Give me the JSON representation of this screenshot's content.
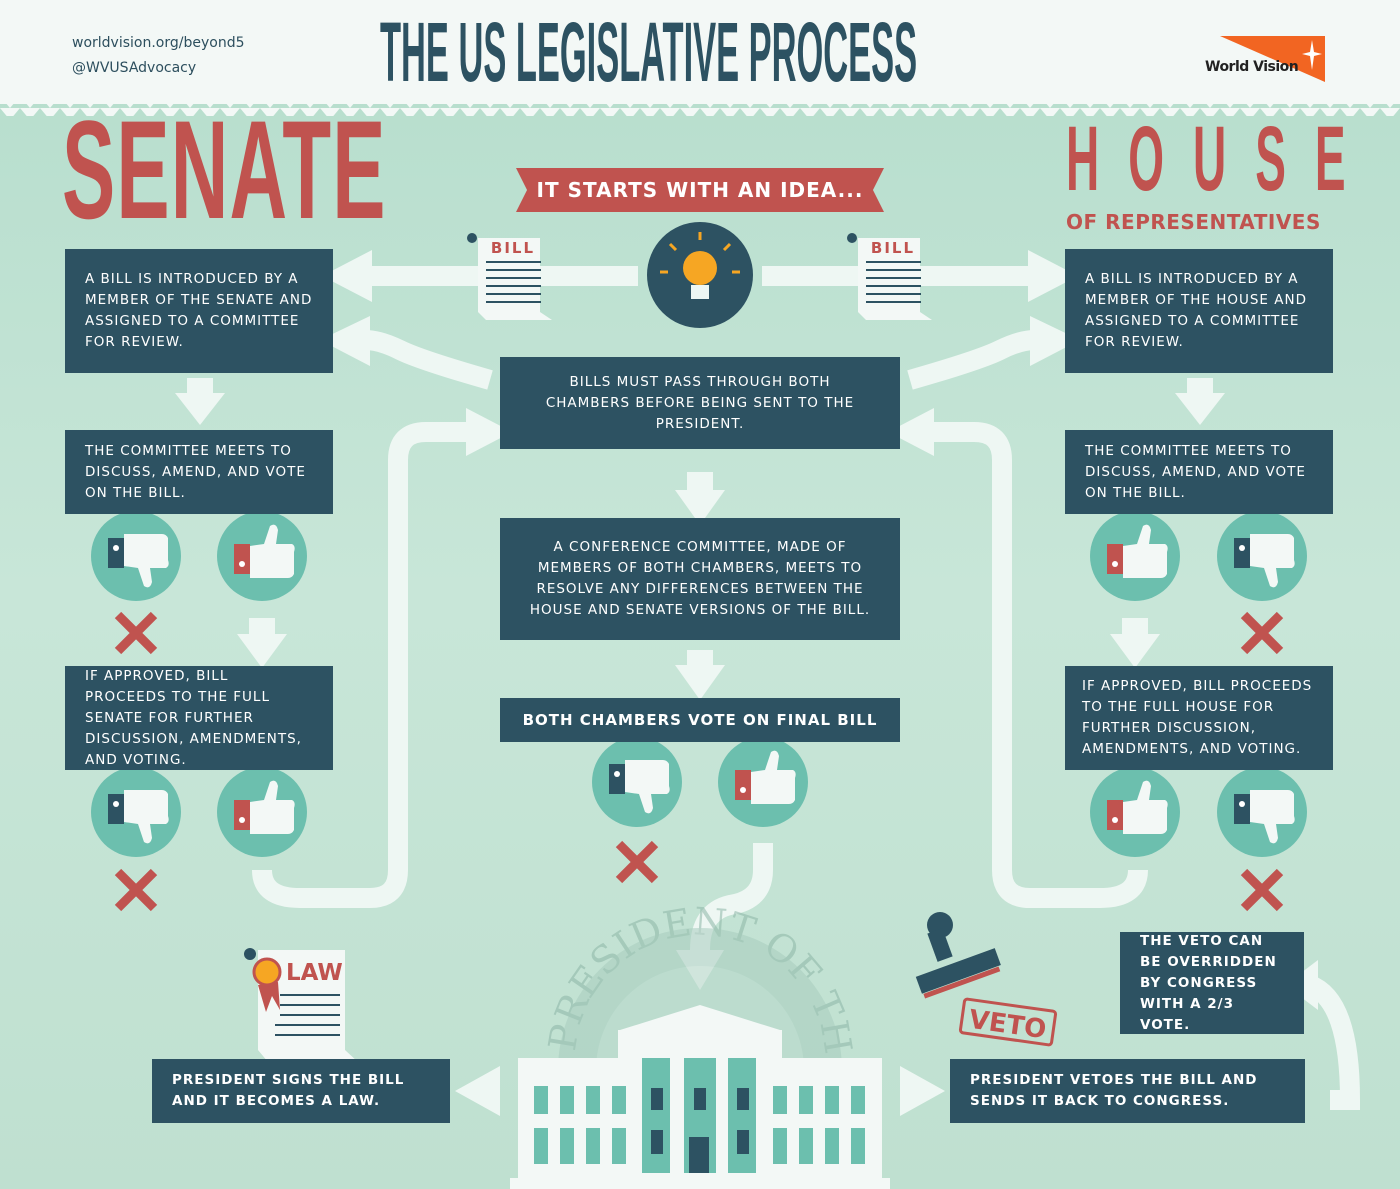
{
  "header": {
    "url": "worldvision.org/beyond5",
    "handle": "@WVUSAdvocacy",
    "title": "THE US LEGISLATIVE PROCESS",
    "logo": "World Vision"
  },
  "senate": {
    "title": "SENATE",
    "step1": "A BILL IS INTRODUCED BY A MEMBER OF THE SENATE AND ASSIGNED TO A COMMITTEE FOR REVIEW.",
    "step2": "THE COMMITTEE MEETS TO DISCUSS, AMEND, AND VOTE ON THE BILL.",
    "step3": "IF APPROVED, BILL PROCEEDS TO THE FULL SENATE FOR FURTHER DISCUSSION, AMENDMENTS, AND VOTING."
  },
  "house": {
    "title": "HOUSE",
    "subtitle": "OF REPRESENTATIVES",
    "step1": "A BILL IS INTRODUCED BY A MEMBER OF THE HOUSE AND ASSIGNED TO A COMMITTEE FOR REVIEW.",
    "step2": "THE COMMITTEE MEETS TO DISCUSS, AMEND, AND VOTE ON THE BILL.",
    "step3": "IF APPROVED, BILL PROCEEDS TO THE FULL HOUSE FOR FURTHER DISCUSSION, AMENDMENTS, AND VOTING."
  },
  "center": {
    "idea": "IT STARTS WITH AN IDEA...",
    "bill_label": "BILL",
    "both_chambers": "BILLS MUST PASS THROUGH BOTH CHAMBERS BEFORE BEING SENT TO THE PRESIDENT.",
    "conference": "A CONFERENCE COMMITTEE, MADE OF MEMBERS OF BOTH CHAMBERS, MEETS TO RESOLVE ANY DIFFERENCES BETWEEN THE HOUSE AND SENATE VERSIONS OF THE BILL.",
    "final_vote": "BOTH CHAMBERS VOTE ON FINAL BILL"
  },
  "president": {
    "seal_text": "PRESIDENT OF THE UNITED",
    "law_label": "LAW",
    "signs": "PRESIDENT SIGNS THE BILL AND IT BECOMES A LAW.",
    "veto_stamp": "VETO",
    "vetoes": "PRESIDENT VETOES THE BILL AND SENDS IT BACK TO CONGRESS.",
    "override": "THE VETO CAN BE OVERRIDDEN BY CONGRESS WITH A 2/3 VOTE."
  },
  "colors": {
    "dark": "#2d5262",
    "red": "#c0534f",
    "teal": "#6cbfae",
    "arrow": "#eef7f3",
    "orange": "#f26522"
  }
}
